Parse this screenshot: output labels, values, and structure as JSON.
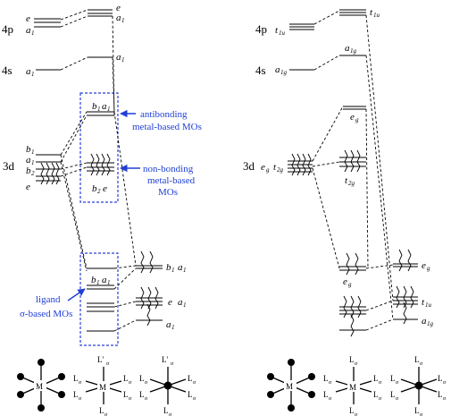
{
  "left": {
    "labels": {
      "4p": "4p",
      "4s": "4s",
      "3d": "3d",
      "e": "e",
      "a1": "a",
      "a1sub": "1",
      "b1": "b",
      "b1sub": "1",
      "b2": "b",
      "b2sub": "2",
      "b1a1": "b",
      "b2e": "e"
    },
    "annotations": {
      "antibonding_1": "antibonding",
      "antibonding_2": "metal-based MOs",
      "nonbonding_1": "non-bonding",
      "nonbonding_2": "metal-based",
      "nonbonding_3": "MOs",
      "ligand_1": "ligand",
      "ligand_2": "σ-based MOs"
    }
  },
  "right": {
    "labels": {
      "4p": "4p",
      "4s": "4s",
      "3d": "3d",
      "t1u": "t",
      "t1usub": "1u",
      "a1g": "a",
      "a1gsub": "1g",
      "eg": "e",
      "egsub": "g",
      "t2g": "t",
      "t2gsub": "2g"
    }
  },
  "ligands": {
    "M": "M",
    "L": "L",
    "sigma": "σ",
    "Lprime": "L'"
  },
  "colors": {
    "annotation": "#1f3fd6",
    "lines": "#000000"
  }
}
